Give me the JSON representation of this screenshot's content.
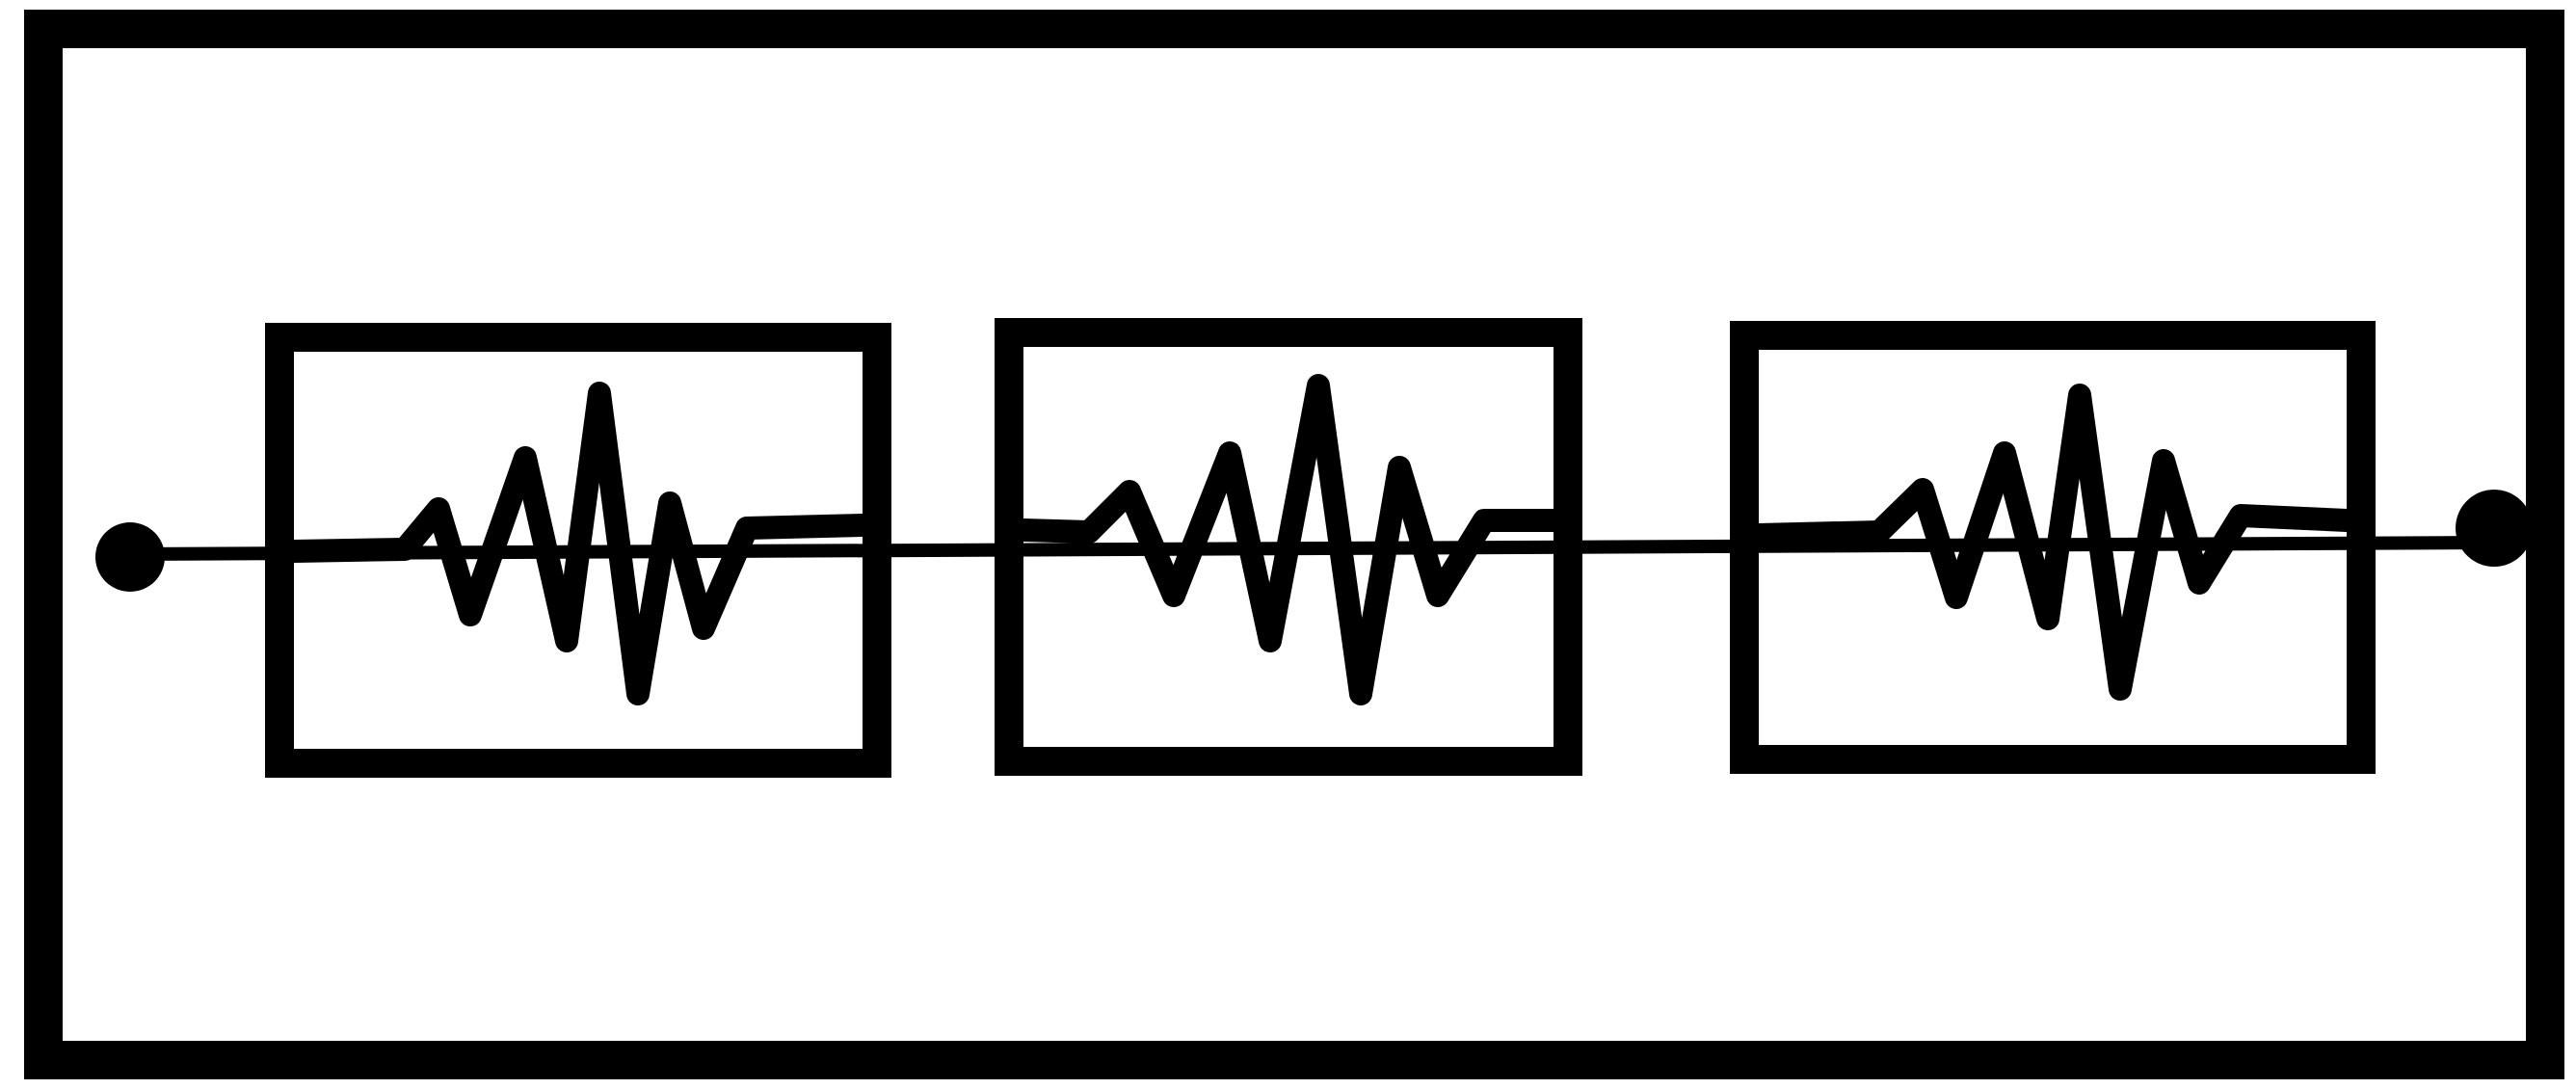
{
  "diagram": {
    "kind": "block-chain",
    "stroke_color": "#000000",
    "background_color": "#ffffff",
    "blocks": [
      {
        "icon": "waveform-icon"
      },
      {
        "icon": "waveform-icon"
      },
      {
        "icon": "waveform-icon"
      }
    ],
    "endpoints": [
      "input-terminal",
      "output-terminal"
    ]
  }
}
